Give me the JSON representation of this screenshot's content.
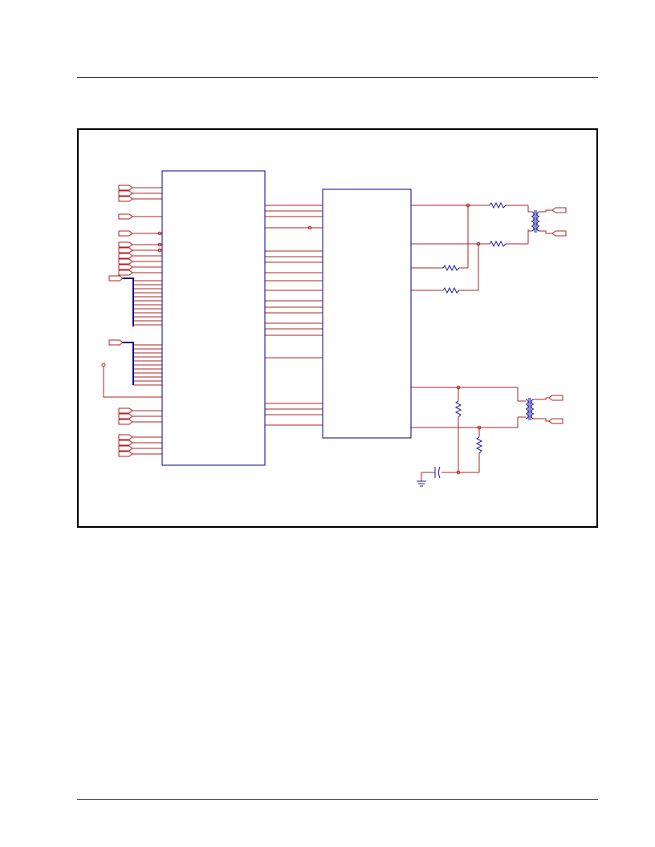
{
  "page": {
    "header_rule": "",
    "footer_rule": ""
  },
  "figure": {
    "type": "schematic",
    "colors": {
      "wire": "#b22222",
      "component": "#1a1aa0",
      "bus": "#00008b",
      "frame": "#000000",
      "rule": "#333333"
    },
    "blocks": [
      {
        "id": "left-ic",
        "label": ""
      },
      {
        "id": "right-ic",
        "label": ""
      }
    ],
    "components": [
      {
        "id": "resistor-r1",
        "icon": "resistor-icon"
      },
      {
        "id": "resistor-r2",
        "icon": "resistor-icon"
      },
      {
        "id": "resistor-r3",
        "icon": "resistor-icon"
      },
      {
        "id": "resistor-r4",
        "icon": "resistor-icon"
      },
      {
        "id": "resistor-r5",
        "icon": "resistor-icon"
      },
      {
        "id": "resistor-r6",
        "icon": "resistor-icon"
      },
      {
        "id": "transformer-t1",
        "icon": "transformer-icon"
      },
      {
        "id": "transformer-t2",
        "icon": "transformer-icon"
      },
      {
        "id": "capacitor-c1",
        "icon": "capacitor-icon"
      },
      {
        "id": "ground-g1",
        "icon": "ground-icon"
      }
    ]
  }
}
